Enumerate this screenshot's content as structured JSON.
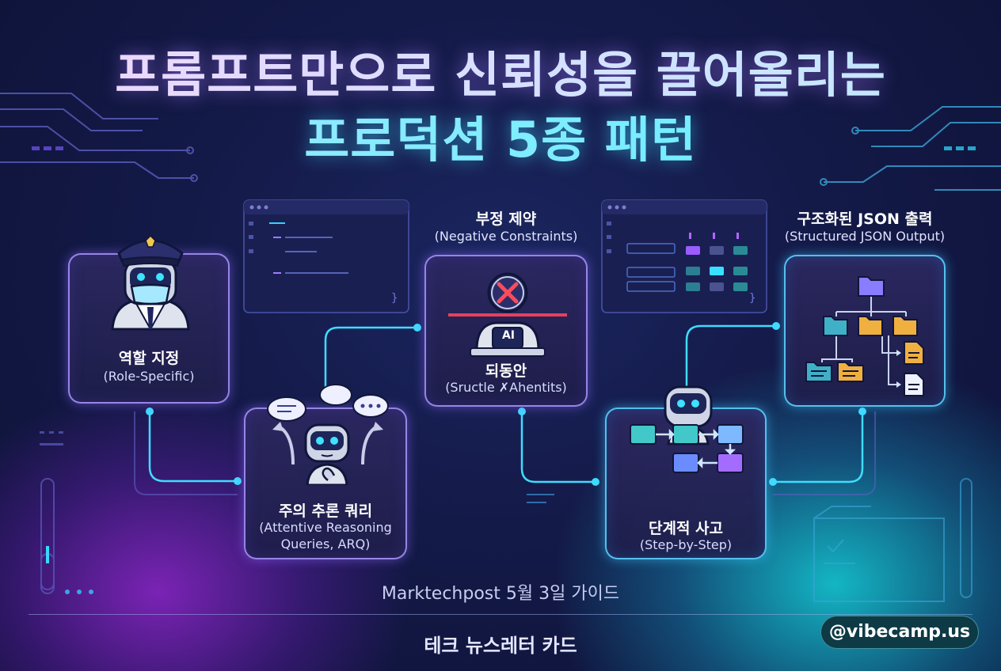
{
  "title": {
    "line1": "프롬프트만으로 신뢰성을 끌어올리는",
    "line2": "프로덕션 5종 패턴"
  },
  "cards": {
    "role": {
      "label": "역할 지정",
      "sub": "(Role-Specific)",
      "icon": "police-robot-icon"
    },
    "arq": {
      "label": "주의 추론 쿼리",
      "sub_line1": "(Attentive Reasoning",
      "sub_line2": "Queries, ARQ)",
      "icon": "thinking-robot-icon"
    },
    "negative": {
      "label_above": "부정 제약",
      "sub_above": "(Negative Constraints)",
      "label": "되동안",
      "sub": "(Sructle ✗Ahentits)",
      "icon": "x-mark-ai-icon",
      "badge": "AI"
    },
    "step": {
      "label": "단계적 사고",
      "sub": "(Step-by-Step)",
      "icon": "robot-flowchart-icon"
    },
    "json": {
      "label_above": "구조화된 JSON 출력",
      "sub_above": "(Structured JSON Output)",
      "icon": "folder-tree-icon"
    }
  },
  "code_window_brace": "}",
  "footer": {
    "date": "Marktechpost 5월 3일 가이드",
    "card": "테크 뉴스레터 카드",
    "handle": "@vibecamp.us"
  },
  "colors": {
    "purple_accent": "#a78bff",
    "cyan_accent": "#4fe3ff",
    "connector": "#3fdcff",
    "x_mark": "#ff4a5a"
  }
}
